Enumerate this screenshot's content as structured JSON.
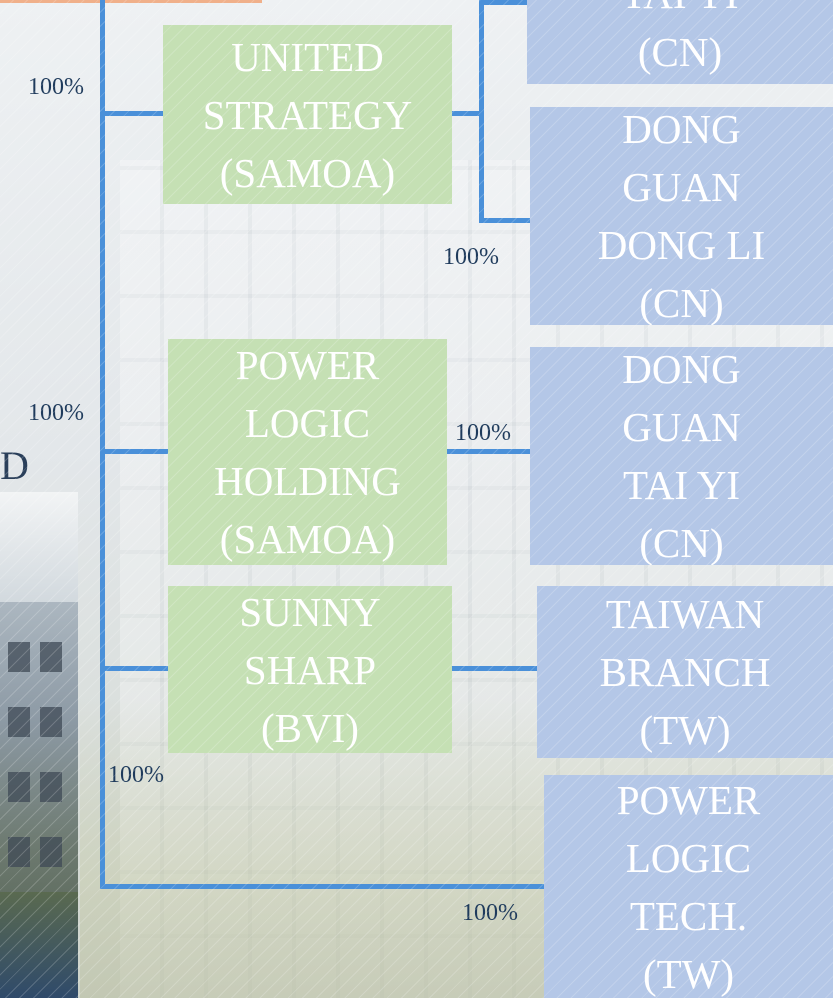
{
  "diagram": {
    "header_letter": "D",
    "holding_boxes": [
      {
        "id": "united-strategy",
        "label": "UNITED\nSTRATEGY\n(SAMOA)"
      },
      {
        "id": "power-logic-holding",
        "label": "POWER\nLOGIC\nHOLDING\n(SAMOA)"
      },
      {
        "id": "sunny-sharp",
        "label": "SUNNY\nSHARP\n(BVI)"
      }
    ],
    "subsidiary_boxes": [
      {
        "id": "tai-yi-top",
        "label": "TAI YI\n(CN)"
      },
      {
        "id": "dong-guan-dong-li",
        "label": "DONG\nGUAN\nDONG LI\n(CN)"
      },
      {
        "id": "dong-guan-tai-yi",
        "label": "DONG\nGUAN\nTAI YI\n(CN)"
      },
      {
        "id": "taiwan-branch",
        "label": "TAIWAN\nBRANCH\n(TW)"
      },
      {
        "id": "power-logic-tech",
        "label": "POWER\nLOGIC\nTECH.\n(TW)"
      }
    ],
    "ownership_labels": {
      "united_strategy": "100%",
      "dong_li": "100%",
      "power_logic_holding": "100%",
      "dong_guan_tai_yi": "100%",
      "sunny_sharp": "100%",
      "power_logic_tech": "100%"
    },
    "colors": {
      "connector": "#4a90d9",
      "holding_fill": "#c5e0b4",
      "subsidiary_fill": "#b4c7e7",
      "text": "#ffffff",
      "percent_text": "#1f3b5c"
    }
  }
}
